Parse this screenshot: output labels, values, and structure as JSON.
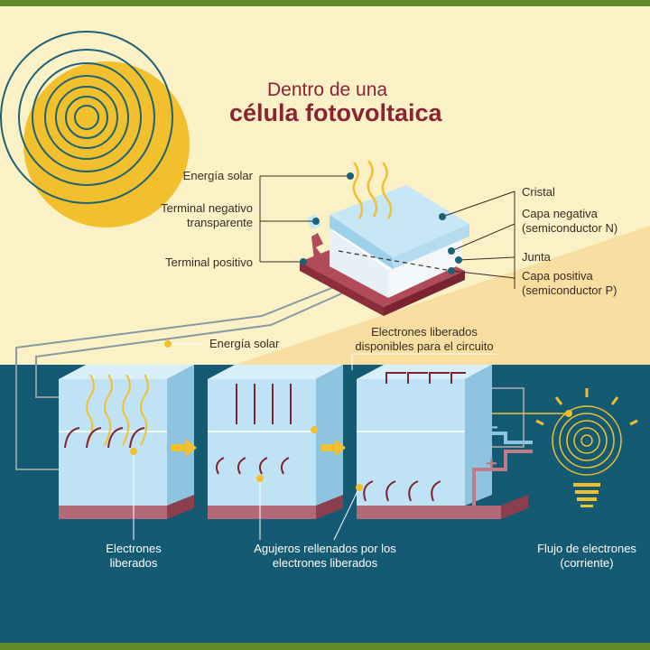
{
  "title": {
    "line1": "Dentro de una",
    "line2": "célula fotovoltaica"
  },
  "top_labels": {
    "solar_energy": "Energía solar",
    "neg_terminal_1": "Terminal negativo",
    "neg_terminal_2": "transparente",
    "pos_terminal": "Terminal positivo",
    "glass": "Cristal",
    "neg_layer_1": "Capa negativa",
    "neg_layer_2": "(semiconductor N)",
    "junction": "Junta",
    "pos_layer_1": "Capa positiva",
    "pos_layer_2": "(semiconductor P)"
  },
  "bottom_labels": {
    "solar_energy": "Energía solar",
    "freed_1": "Electrones liberados",
    "freed_2": "disponibles para el circuito",
    "electrons_1": "Electrones",
    "electrons_2": "liberados",
    "holes_1": "Agujeros rellenados por los",
    "holes_2": "electrones liberados",
    "flow_1": "Flujo de electrones",
    "flow_2": "(corriente)",
    "minus": "−",
    "plus": "+"
  },
  "colors": {
    "background_top": "#fbf1c7",
    "background_bottom": "#155a73",
    "border": "#5e8a2a",
    "title": "#8b2333",
    "sun": "#f2c02c",
    "sun_rings": "#1e6276",
    "crystal": "#bfe3f5",
    "cell_base": "#b36a78",
    "electron_arrow": "#7d2430",
    "electron_dot": "#f2c02c"
  },
  "icons": [
    "sun-icon",
    "light-bulb-icon",
    "arrow-right-icon"
  ]
}
